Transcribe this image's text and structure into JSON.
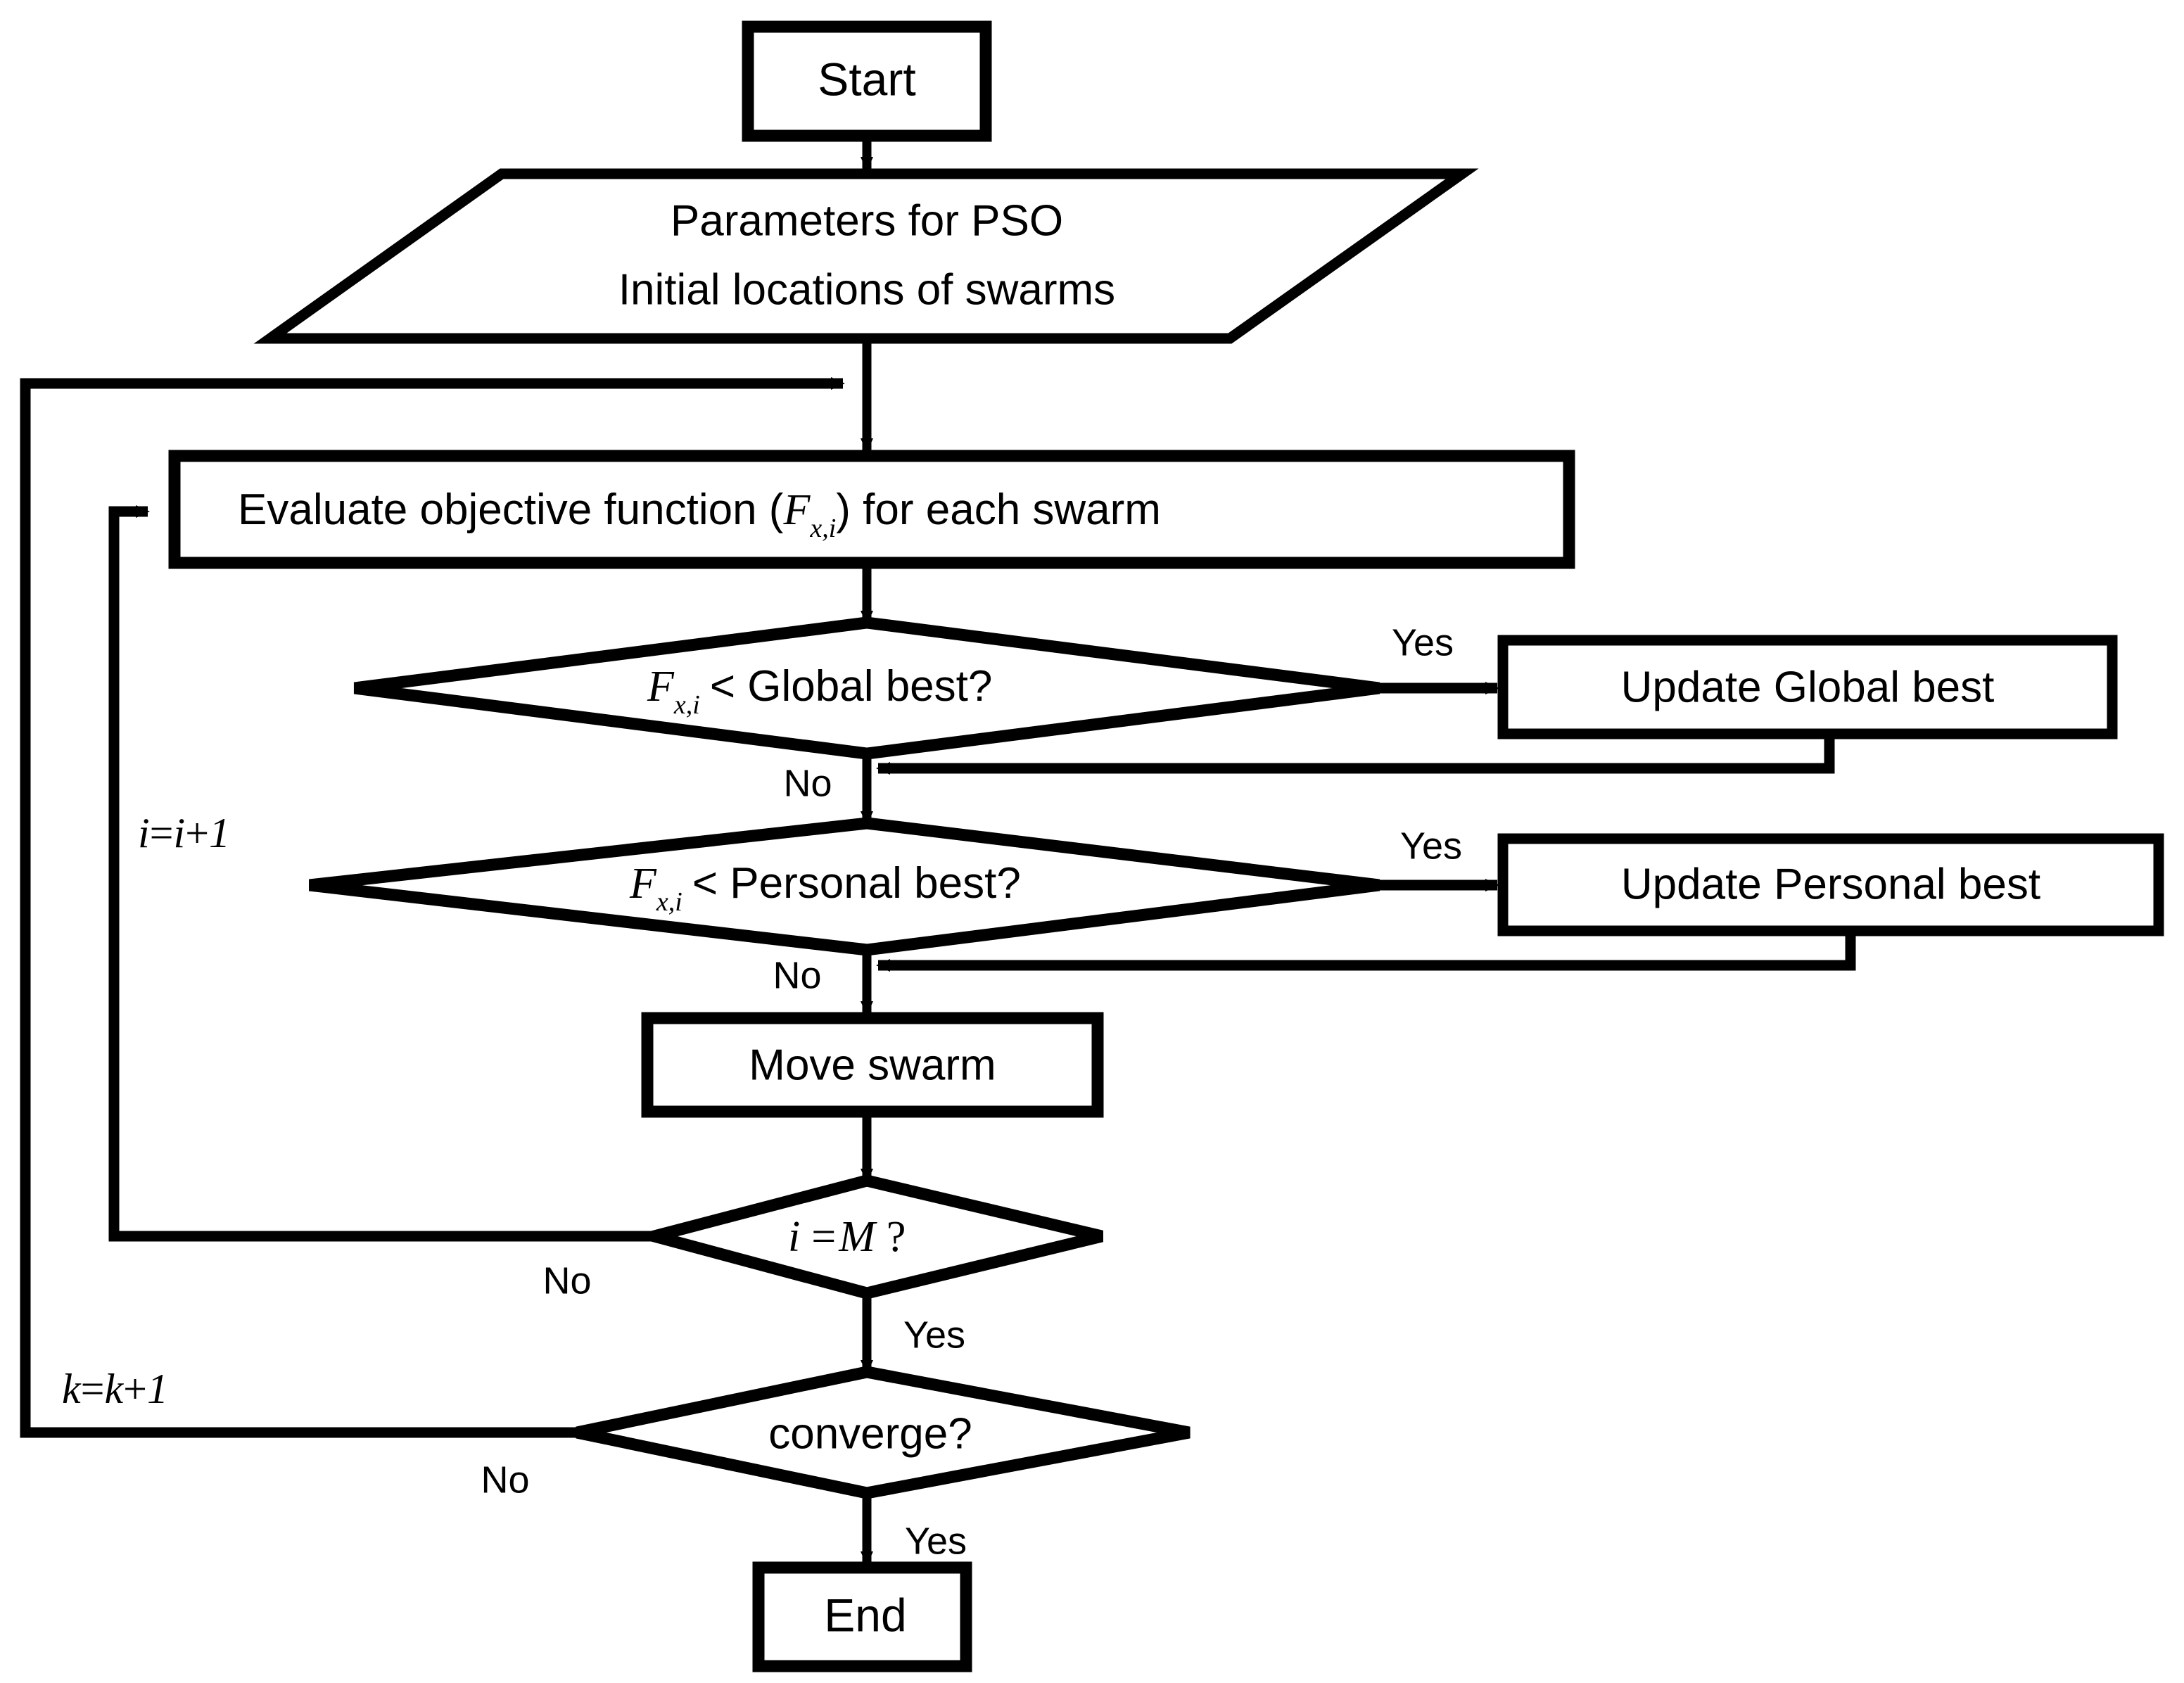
{
  "diagram": {
    "title": "PSO algorithm flowchart",
    "type": "flowchart",
    "colors": {
      "stroke": "#000000",
      "fill": "#ffffff",
      "background": "#ffffff"
    },
    "nodes": {
      "start": {
        "label": "Start",
        "shape": "rectangle"
      },
      "input": {
        "line1": "Parameters for PSO",
        "line2": "Initial locations of swarms",
        "shape": "parallelogram"
      },
      "evaluate": {
        "prefix": "Evaluate objective function (",
        "symbol": "F",
        "subscript": "x,i",
        "suffix": ") for each swarm",
        "shape": "rectangle"
      },
      "global_test": {
        "symbol": "F",
        "subscript": "x,i",
        "rest": "< Global best?",
        "shape": "diamond"
      },
      "update_global": {
        "label": "Update Global best",
        "shape": "rectangle"
      },
      "personal_test": {
        "symbol": "F",
        "subscript": "x,i",
        "rest": "< Personal best?",
        "shape": "diamond"
      },
      "update_personal": {
        "label": "Update Personal best",
        "shape": "rectangle"
      },
      "move": {
        "label": "Move swarm",
        "shape": "rectangle"
      },
      "iter_test": {
        "sym_i": "i",
        "eq": "=",
        "sym_M": "M",
        "q": "?",
        "shape": "diamond"
      },
      "converge_test": {
        "label": "converge?",
        "shape": "diamond"
      },
      "end": {
        "label": "End",
        "shape": "rectangle"
      }
    },
    "edge_labels": {
      "global_yes": "Yes",
      "global_no": "No",
      "personal_yes": "Yes",
      "personal_no": "No",
      "iter_no": "No",
      "iter_yes": "Yes",
      "converge_no": "No",
      "converge_yes": "Yes"
    },
    "loop_labels": {
      "inner": {
        "lhs": "i",
        "eq": "=",
        "rhs": "i",
        "plus": "+",
        "one": "1",
        "text": "i=i+1"
      },
      "outer": {
        "lhs": "k",
        "eq": "=",
        "rhs": "k",
        "plus": "+",
        "one": "1",
        "text": "k=k+1"
      }
    }
  }
}
